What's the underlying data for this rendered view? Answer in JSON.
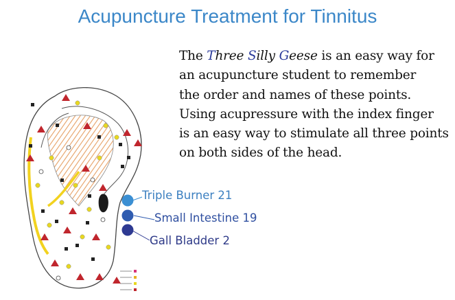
{
  "title": "Acupuncture Treatment for Tinnitus",
  "paragraph": {
    "line1_pre": "The ",
    "three_T": "T",
    "three_rest": "hree ",
    "silly_S": "S",
    "silly_rest": "illy ",
    "geese_G": "G",
    "geese_rest": "eese",
    "line1_post": " is an easy way for",
    "line2": "an acupuncture student to remember",
    "line3": "the order and names of these points.",
    "line4": "Using acupressure with the index finger",
    "line5": "is an easy way to stimulate all three points",
    "line6": "on both sides of the head."
  },
  "points": [
    {
      "label": "Triple Burner 21",
      "color": "#3b8fd3"
    },
    {
      "label": "Small Intestine 19",
      "color": "#2f5cb0"
    },
    {
      "label": "Gall Bladder 2",
      "color": "#2e3a92"
    }
  ],
  "ear_chart_legend_colors": {
    "triangle": "#c0262d",
    "square": "#222222",
    "circle": "#e8d820",
    "hatch": "#e6a064",
    "ridge": "#f2d21f"
  }
}
